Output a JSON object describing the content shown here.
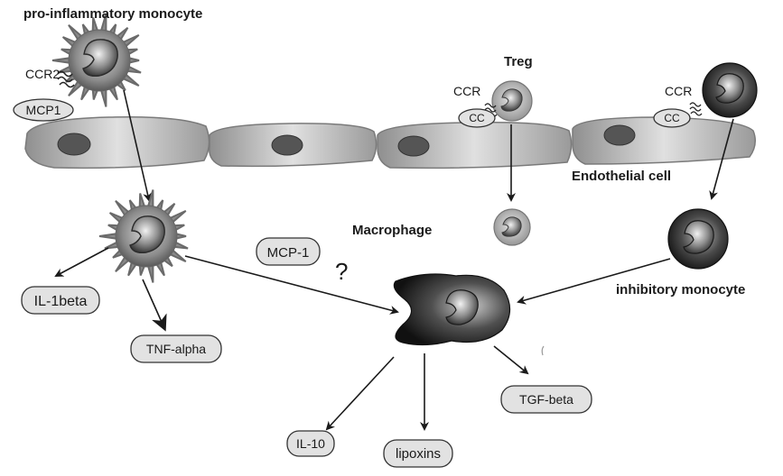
{
  "labels": {
    "pro_inflammatory_monocyte": "pro-inflammatory monocyte",
    "treg": "Treg",
    "endothelial_cell": "Endothelial cell",
    "macrophage": "Macrophage",
    "inhibitory_monocyte": "inhibitory monocyte",
    "question_mark": "?"
  },
  "receptors": {
    "ccr2": "CCR2",
    "ccr_treg": "CCR",
    "ccr_inhibitory": "CCR",
    "cc_treg": "CC",
    "cc_inhibitory": "CC"
  },
  "cytokines": {
    "mcp1_top": "MCP1",
    "mcp1_mid": "MCP-1",
    "il1beta": "IL-1beta",
    "tnf_alpha": "TNF-alpha",
    "tgf_beta": "TGF-beta",
    "il10": "IL-10",
    "lipoxins": "lipoxins"
  }
}
